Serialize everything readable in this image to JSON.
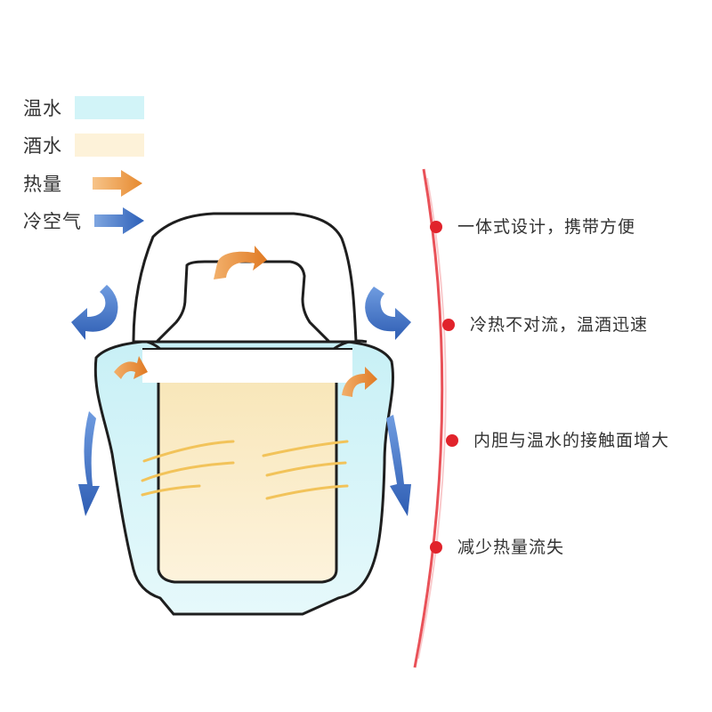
{
  "legend": {
    "warm_water": {
      "label": "温水",
      "color": "#d2f4f8"
    },
    "wine": {
      "label": "酒水",
      "color": "#fdf2d9"
    },
    "heat": {
      "label": "热量",
      "color": "#e8923c",
      "icon": "orange-arrow-icon"
    },
    "cold_air": {
      "label": "冷空气",
      "color": "#3a6fc3",
      "icon": "blue-arrow-icon"
    }
  },
  "features": [
    {
      "text": "一体式设计，携带方便"
    },
    {
      "text": "冷热不对流，温酒迅速"
    },
    {
      "text": "内胆与温水的接触面增大"
    },
    {
      "text": "减少热量流失"
    }
  ],
  "colors": {
    "outline": "#1e1e1e",
    "marker": "#e1232b",
    "curve": "#e5333b"
  }
}
